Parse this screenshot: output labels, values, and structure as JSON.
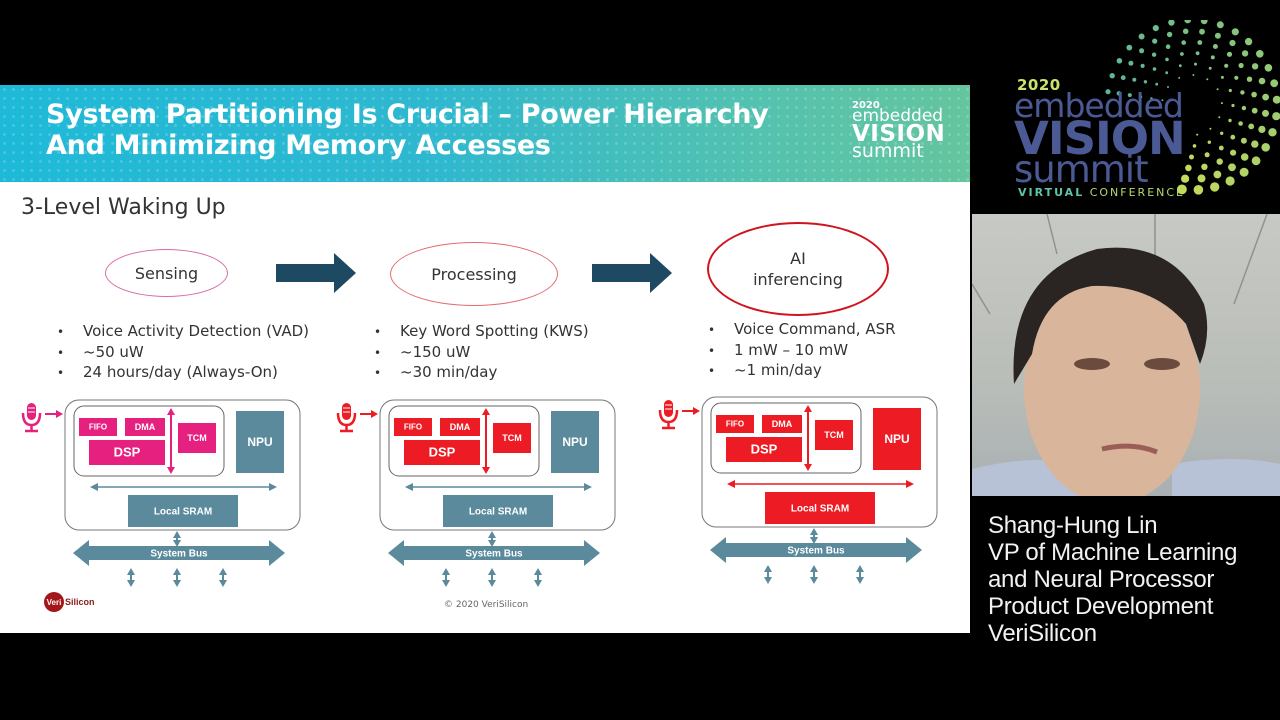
{
  "slide": {
    "title_line1": "System Partitioning Is Crucial – Power Hierarchy",
    "title_line2": "And Minimizing Memory Accesses",
    "banner_logo": {
      "year": "2020",
      "line1": "embedded",
      "line2": "VISION",
      "line3": "summit"
    },
    "subtitle": "3-Level Waking Up",
    "stages": [
      {
        "label": "Sensing",
        "color": "#e5207e",
        "bullets": [
          "Voice Activity Detection (VAD)",
          "~50 uW",
          "24 hours/day (Always-On)"
        ]
      },
      {
        "label": "Processing",
        "color": "#e8262a",
        "bullets": [
          "Key Word Spotting (KWS)",
          "~150 uW",
          "~30 min/day"
        ]
      },
      {
        "label_line1": "AI",
        "label_line2": "inferencing",
        "color": "#d0141e",
        "bullets": [
          "Voice Command, ASR",
          "1 mW – 10 mW",
          "~1 min/day"
        ]
      }
    ],
    "diagram_labels": {
      "fifo": "FIFO",
      "dma": "DMA",
      "dsp": "DSP",
      "tcm": "TCM",
      "npu": "NPU",
      "sram": "Local SRAM",
      "bus": "System Bus"
    },
    "diagram_colors": {
      "steel": "#5a8a9c",
      "magenta": "#e5207e",
      "red": "#ed1c24",
      "arrow_navy": "#1d4a62"
    },
    "diagrams": [
      {
        "active_color": "magenta",
        "npu_active": false,
        "sram_active": false
      },
      {
        "active_color": "red",
        "npu_active": false,
        "sram_active": false
      },
      {
        "active_color": "red",
        "npu_active": true,
        "sram_active": true
      }
    ],
    "footer_logo_badge": "Veri",
    "footer_logo_text": "Silicon",
    "copyright": "© 2020 VeriSilicon"
  },
  "conference_logo": {
    "year": "2020",
    "line1": "embedded",
    "line2": "VISION",
    "line3": "summit",
    "tag_bold": "VIRTUAL",
    "tag_rest": "CONFERENCE"
  },
  "speaker": {
    "name": "Shang-Hung Lin",
    "title_line1": "VP of Machine Learning",
    "title_line2": "and Neural Processor",
    "title_line3": "Product Development",
    "company": "VeriSilicon"
  }
}
